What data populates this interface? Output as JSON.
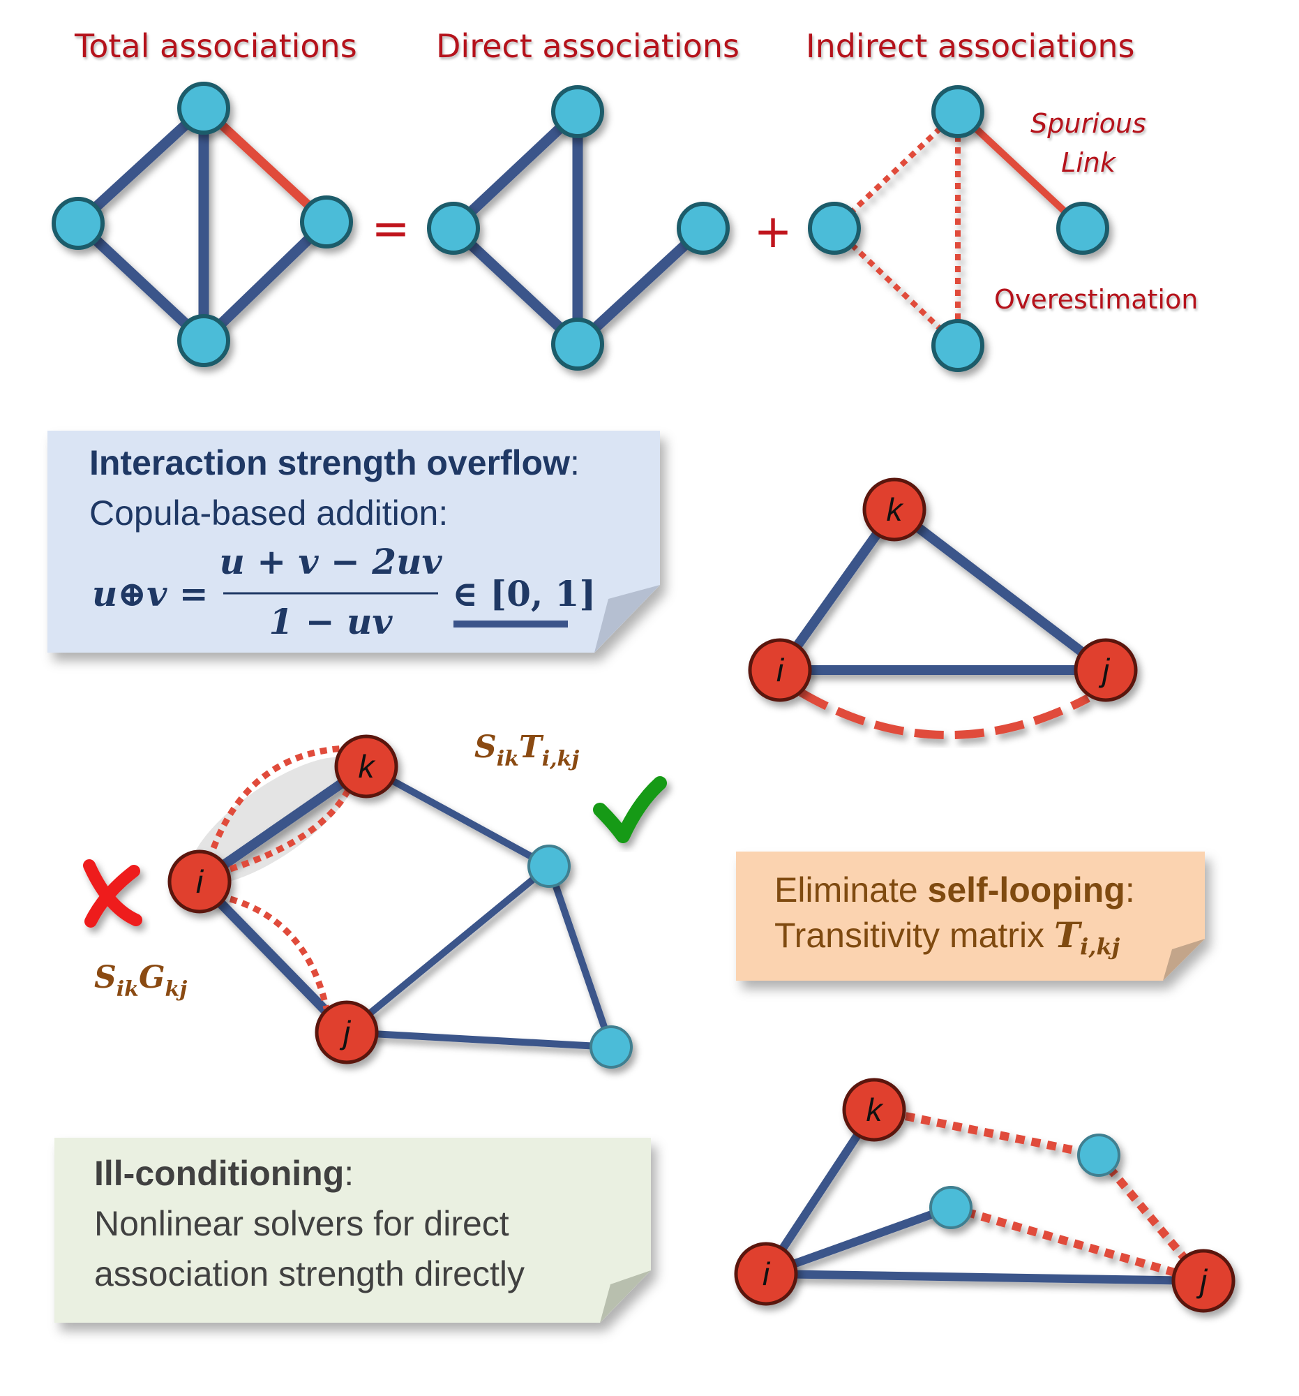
{
  "headers": {
    "total": "Total associations",
    "direct": "Direct associations",
    "indirect": "Indirect associations"
  },
  "operators": {
    "equals": "=",
    "plus": "+"
  },
  "annotations": {
    "spurious_1": "Spurious",
    "spurious_2": "Link",
    "overestimation": "Overestimation"
  },
  "overflow_note": {
    "title": "Interaction strength overflow",
    "colon": ":",
    "line2": "Copula-based addition:",
    "formula_lhs": "u⊕v =",
    "numerator": "u + v − 2uv",
    "denominator": "1 − uv",
    "range": "∈ [0, 1]"
  },
  "selfloop_note": {
    "prefix": "Eliminate ",
    "bold": "self-looping",
    "colon": ":",
    "line2": "Transitivity matrix ",
    "symbol": "T",
    "subscript": "i,kj"
  },
  "ill_note": {
    "title": "Ill-conditioning",
    "colon": ":",
    "line2": "Nonlinear solvers for direct",
    "line3": "association strength directly"
  },
  "node_labels": {
    "i": "i",
    "j": "j",
    "k": "k"
  },
  "formulas": {
    "wrong_main": "S",
    "wrong_sub1": "ik",
    "wrong_main2": "G",
    "wrong_sub2": "kj",
    "right_main": "S",
    "right_sub1": "ik",
    "right_main2": "T",
    "right_sub2": "i,kj"
  },
  "icons": {
    "wrong": "cross-icon",
    "right": "check-icon"
  },
  "colors": {
    "node_blue": "#4bbcd8",
    "node_red": "#e0412e",
    "edge_blue": "#3b548a",
    "edge_red": "#e04b3b",
    "header_red": "#b5121b",
    "formula_brown": "#8a4a12",
    "note_blue": "#dae4f4",
    "note_orange": "#fbd3b0",
    "note_green": "#eaf0e1"
  }
}
